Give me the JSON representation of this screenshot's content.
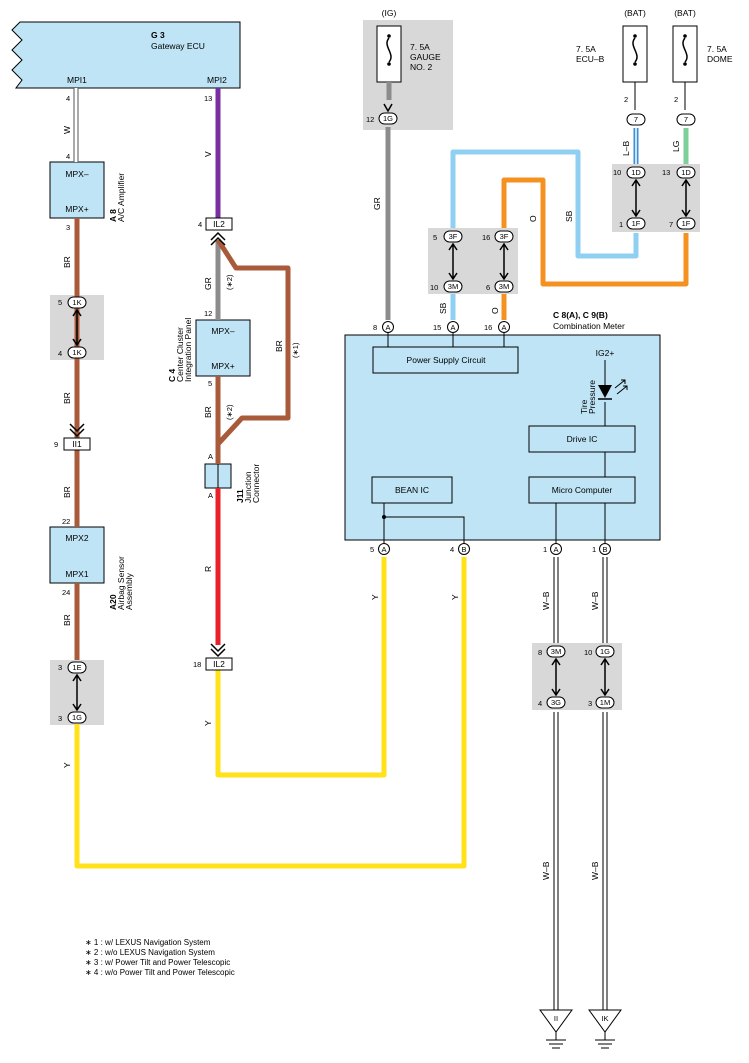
{
  "gateway": {
    "code": "G 3",
    "name": "Gateway ECU",
    "pin_left": "MPI1",
    "pin_right": "MPI2"
  },
  "ac_amp": {
    "code": "A 8",
    "name": "A/C Amplifier",
    "pin_top": "MPX–",
    "pin_bottom": "MPX+"
  },
  "center_cluster": {
    "code": "C 4",
    "name_line1": "Center Cluster",
    "name_line2": "Integration Panel",
    "pin_top": "MPX–",
    "pin_bottom": "MPX+"
  },
  "airbag": {
    "code": "A20",
    "name_line1": "Airbag Sensor",
    "name_line2": "Assembly",
    "pin_top": "MPX2",
    "pin_bottom": "MPX1"
  },
  "junction": {
    "code": "J11",
    "name_line1": "Junction",
    "name_line2": "Connector",
    "pin_top": "A",
    "pin_bottom": "A"
  },
  "meter": {
    "code": "C 8(A), C 9(B)",
    "name": "Combination Meter",
    "power_supply": "Power Supply Circuit",
    "ig2": "IG2+",
    "tire_line1": "Tire",
    "tire_line2": "Pressure",
    "drive_ic": "Drive IC",
    "micro": "Micro Computer",
    "bean_ic": "BEAN IC"
  },
  "fuses": {
    "gauge": {
      "source": "(IG)",
      "line1": "7. 5A",
      "line2": "GAUGE",
      "line3": "NO. 2"
    },
    "ecub": {
      "source": "(BAT)",
      "line1": "7. 5A",
      "line2": "ECU–B"
    },
    "dome": {
      "source": "(BAT)",
      "line1": "7. 5A",
      "line2": "DOME"
    }
  },
  "connectors": {
    "c12": "IL2",
    "c9": "II1",
    "c18": "IL2"
  },
  "pills": {
    "k1": "1K",
    "e1": "1E",
    "g1": "1G",
    "g1b": "1G",
    "f3": "3F",
    "m3": "3M",
    "d1": "1D",
    "f1": "1F",
    "m1": "1M",
    "g3": "3G",
    "seven": "7",
    "a": "A",
    "b": "B"
  },
  "pins": {
    "p4": "4",
    "p13": "13",
    "p3": "3",
    "p5": "5",
    "p9": "9",
    "p22": "22",
    "p24": "24",
    "p12": "12",
    "p18": "18",
    "p8": "8",
    "p15": "15",
    "p16": "16",
    "p10": "10",
    "p6": "6",
    "p2": "2",
    "p7": "7",
    "p1": "1"
  },
  "wire_labels": {
    "W": "W",
    "V": "V",
    "BR": "BR",
    "GR": "GR",
    "R": "R",
    "Y": "Y",
    "SB": "SB",
    "O": "O",
    "LB": "L–B",
    "LG": "LG",
    "WB": "W–B"
  },
  "marks": {
    "m1": "(∗1)",
    "m2": "(∗2)"
  },
  "grounds": {
    "ii": "II",
    "ik": "IK"
  },
  "notes": [
    "∗ 1 : w/ LEXUS Navigation System",
    "∗ 2 : w/o LEXUS Navigation System",
    "∗ 3 : w/ Power Tilt and Power Telescopic",
    "∗ 4 : w/o Power Tilt and Power Telescopic"
  ],
  "colors": {
    "yellow": "#ffe21a",
    "brown": "#a85a3a",
    "purple": "#7a2ea0",
    "gray": "#8c8c8c",
    "red": "#e8202a",
    "orange": "#f59120",
    "skyblue": "#8fd0f2",
    "blue": "#3a8fd8",
    "lightgreen": "#7fcf9a",
    "white": "#ffffff"
  }
}
